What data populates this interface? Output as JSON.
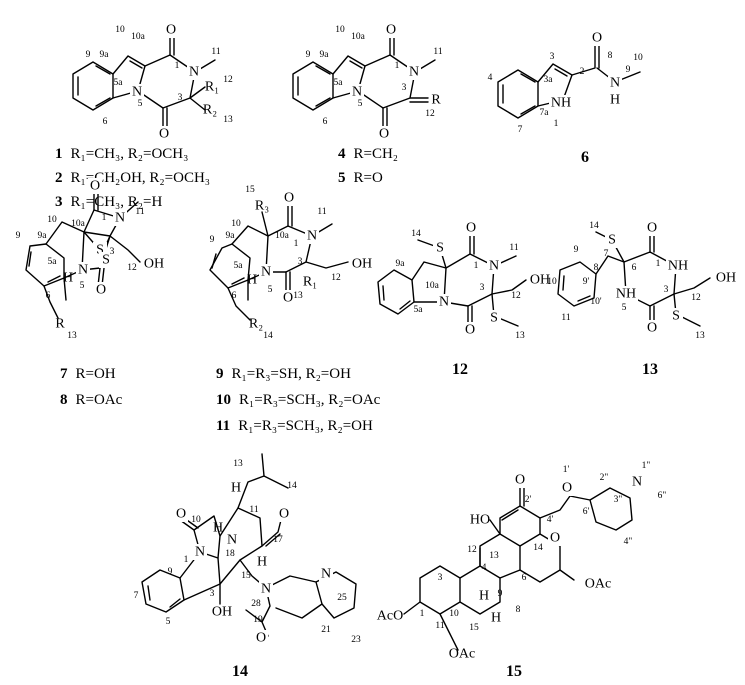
{
  "compounds": {
    "c1": {
      "id": "1",
      "caption": "R₁=CH₃, R₂=OCH₃"
    },
    "c2": {
      "id": "2",
      "caption": "R₁=CH₂OH, R₂=OCH₃"
    },
    "c3": {
      "id": "3",
      "caption": "R₁=CH₃, R₂=H"
    },
    "c4": {
      "id": "4",
      "caption": "R=CH₂"
    },
    "c5": {
      "id": "5",
      "caption": "R=O"
    },
    "c6": {
      "id": "6"
    },
    "c7": {
      "id": "7",
      "caption": "R=OH"
    },
    "c8": {
      "id": "8",
      "caption": "R=OAc"
    },
    "c9": {
      "id": "9",
      "caption": "R₁=R₃=SH, R₂=OH"
    },
    "c10": {
      "id": "10",
      "caption": "R₁=R₃=SCH₃, R₂=OAc"
    },
    "c11": {
      "id": "11",
      "caption": "R₁=R₃=SCH₃, R₂=OH"
    },
    "c12": {
      "id": "12"
    },
    "c13": {
      "id": "13"
    },
    "c14": {
      "id": "14"
    },
    "c15": {
      "id": "15"
    }
  },
  "atoms": {
    "O": "O",
    "N": "N",
    "NH": "NH",
    "H": "H",
    "S": "S",
    "OH": "OH",
    "HO": "HO",
    "AcO": "AcO",
    "OAc": "OAc",
    "R": "R",
    "R1": "R₁",
    "R2": "R₂",
    "R3": "R₃"
  }
}
